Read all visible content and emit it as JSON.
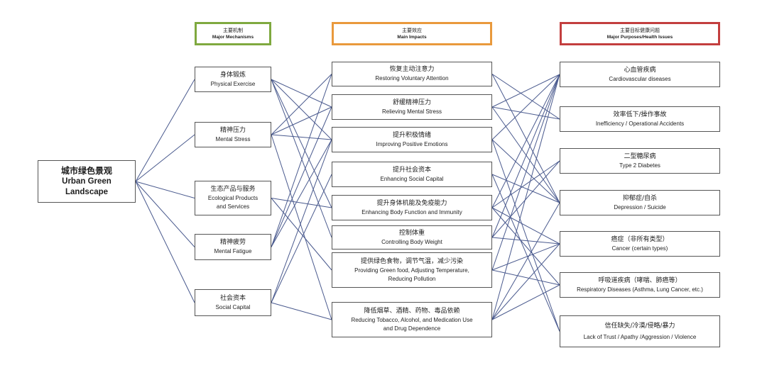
{
  "colors": {
    "line": "#4a5a8e",
    "box_border": "#555555",
    "mechanisms_header_border": "#7fa93f",
    "impacts_header_border": "#e9993c",
    "health_header_border": "#c33e3e"
  },
  "headers": {
    "mechanisms": {
      "zh": "主要机制",
      "en": "Major Mechanisms"
    },
    "impacts": {
      "zh": "主要效应",
      "en": "Main Impacts"
    },
    "health_issues": {
      "zh": "主要目标健康问题",
      "en": "Major Purposes/Health Issues"
    }
  },
  "root": {
    "zh": "城市绿色景观",
    "en": [
      "Urban Green",
      "Landscape"
    ]
  },
  "mechanisms": [
    {
      "zh": "身体锻炼",
      "en": [
        "Physical Exercise"
      ]
    },
    {
      "zh": "精神压力",
      "en": [
        "Mental Stress"
      ]
    },
    {
      "zh": "生态产品与服务",
      "en": [
        "Ecological Products",
        "and Services"
      ]
    },
    {
      "zh": "精神疲劳",
      "en": [
        "Mental Fatigue"
      ]
    },
    {
      "zh": "社会资本",
      "en": [
        "Social Capital"
      ]
    }
  ],
  "impacts": [
    {
      "zh": "恢复主动注意力",
      "en": [
        "Restoring Voluntary Attention"
      ]
    },
    {
      "zh": "舒缓精神压力",
      "en": [
        "Relieving Mental Stress"
      ]
    },
    {
      "zh": "提升积极情绪",
      "en": [
        "Improving Positive Emotions"
      ]
    },
    {
      "zh": "提升社会资本",
      "en": [
        "Enhancing Social Capital"
      ]
    },
    {
      "zh": "提升身体机能及免疫能力",
      "en": [
        "Enhancing Body Function and Immunity"
      ]
    },
    {
      "zh": "控制体重",
      "en": [
        "Controlling Body Weight"
      ]
    },
    {
      "zh": "提供绿色食物，调节气温，减少污染",
      "en": [
        "Providing Green food, Adjusting Temperature,",
        "Reducing Pollution"
      ]
    },
    {
      "zh": "降低烟草、酒精、药物、毒品依赖",
      "en": [
        "Reducing Tobacco, Alcohol, and Medication Use",
        "and Drug Dependence"
      ]
    }
  ],
  "health_issues": [
    {
      "zh": "心血管疾病",
      "en": [
        "Cardiovascular diseases"
      ]
    },
    {
      "zh": "效率低下/操作事故",
      "en": [
        "Inefficiency / Operational Accidents"
      ]
    },
    {
      "zh": "二型糖尿病",
      "en": [
        "Type 2 Diabetes"
      ]
    },
    {
      "zh": "抑郁症/自杀",
      "en": [
        "Depression / Suicide"
      ]
    },
    {
      "zh": "癌症（非所有类型）",
      "en": [
        "Cancer (certain types)"
      ]
    },
    {
      "zh": "呼吸道疾病（哮喘、肺癌等）",
      "en": [
        "Respiratory Diseases (Asthma, Lung Cancer, etc.)"
      ]
    },
    {
      "zh": "信任缺失/冷漠/侵略/暴力",
      "en": [
        "Lack of Trust / Apathy /Aggression / Violence"
      ]
    }
  ],
  "edges": {
    "root_to_mechanisms": [
      0,
      1,
      2,
      3,
      4
    ],
    "mechanisms_to_impacts": [
      [
        0,
        1
      ],
      [
        0,
        2
      ],
      [
        0,
        4
      ],
      [
        0,
        5
      ],
      [
        1,
        0
      ],
      [
        1,
        1
      ],
      [
        1,
        2
      ],
      [
        1,
        7
      ],
      [
        2,
        4
      ],
      [
        2,
        6
      ],
      [
        3,
        0
      ],
      [
        3,
        1
      ],
      [
        3,
        2
      ],
      [
        4,
        2
      ],
      [
        4,
        3
      ],
      [
        4,
        7
      ]
    ],
    "impacts_to_health": [
      [
        0,
        1
      ],
      [
        0,
        3
      ],
      [
        1,
        0
      ],
      [
        1,
        1
      ],
      [
        1,
        3
      ],
      [
        2,
        0
      ],
      [
        2,
        3
      ],
      [
        2,
        6
      ],
      [
        3,
        3
      ],
      [
        3,
        6
      ],
      [
        4,
        0
      ],
      [
        4,
        2
      ],
      [
        4,
        4
      ],
      [
        4,
        5
      ],
      [
        5,
        0
      ],
      [
        5,
        2
      ],
      [
        5,
        4
      ],
      [
        6,
        0
      ],
      [
        6,
        4
      ],
      [
        6,
        5
      ],
      [
        7,
        0
      ],
      [
        7,
        3
      ],
      [
        7,
        4
      ],
      [
        7,
        5
      ]
    ]
  }
}
